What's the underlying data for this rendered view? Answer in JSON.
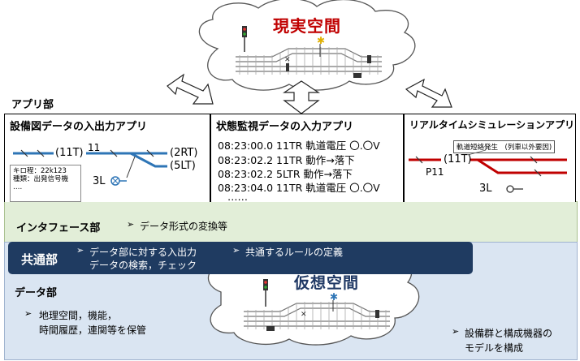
{
  "real_space": {
    "title": "現実空間"
  },
  "app_section": {
    "label": "アプリ部"
  },
  "panels": {
    "facility": {
      "title": "設備図データの入出力アプリ",
      "labels": {
        "left": "(11T)",
        "top": "11",
        "right_top": "(2RT)",
        "right_bottom": "(5LT)",
        "switch": "3L"
      },
      "tooltip": [
        "キロ程：22k123",
        "種類：出発信号機",
        "‥‥"
      ]
    },
    "monitor": {
      "title": "状態監視データの入力アプリ",
      "lines": [
        "08:23:00.0 11TR 軌道電圧 〇.〇V",
        "08:23:02.2 11TR 動作→落下",
        "08:23:02.2 5LTR 動作→落下",
        "08:23:04.0 11TR 軌道電圧 〇.〇V"
      ],
      "ellipsis": "……"
    },
    "simulation": {
      "title": "リアルタイムシミュレーションアプリ",
      "callout": "軌道短絡発生　(列車以外要因)",
      "labels": {
        "track": "(11T)",
        "signal": "P11",
        "switch": "3L"
      }
    }
  },
  "interface": {
    "label": "インタフェース部",
    "note": "データ形式の変換等"
  },
  "common": {
    "label": "共通部",
    "items": [
      "データ部に対する入出力",
      "データの検索，チェック",
      "共通するルールの定義"
    ]
  },
  "data_section": {
    "label": "データ部",
    "left_note": [
      "地理空間，機能，",
      "時間履歴，連関等を保管"
    ],
    "right_note": [
      "設備群と構成機器の",
      "モデルを構成"
    ]
  },
  "virtual_space": {
    "title": "仮想空間"
  },
  "colors": {
    "red_title": "#c00000",
    "navy": "#1f3b61",
    "virtual_title": "#1f3864",
    "interface_bg": "#e2eed8",
    "data_bg": "#dae5f2",
    "blue_line": "#2e75b6",
    "red_line": "#c00000"
  }
}
